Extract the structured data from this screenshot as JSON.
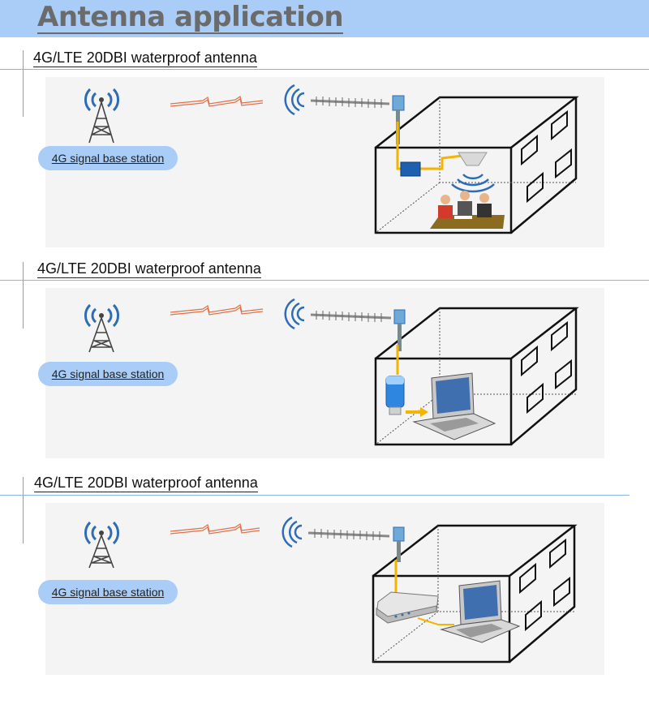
{
  "header": {
    "title": "Antenna application"
  },
  "sections": [
    {
      "title": "4G/LTE 20DBI waterproof antenna",
      "station_label": "4G signal base station",
      "scene": "meeting room with indoor repeater"
    },
    {
      "title": "4G/LTE 20DBI waterproof antenna",
      "station_label": "4G signal base station",
      "scene": "USB modem with laptop"
    },
    {
      "title": "4G/LTE 20DBI waterproof antenna",
      "station_label": "4G signal base station",
      "scene": "router with laptop"
    }
  ],
  "colors": {
    "banner": "#a9cdf6",
    "label_pill": "#a9cdf6",
    "cable": "#f5b400",
    "signal": "#2e6db5",
    "wave": "#e0714a",
    "panel": "#f4f4f4"
  },
  "icons": [
    "tower-icon",
    "yagi-antenna-icon",
    "signal-wave-icon",
    "repeater-icon",
    "ceiling-antenna-icon",
    "people-icon",
    "usb-modem-icon",
    "laptop-icon",
    "router-icon"
  ]
}
